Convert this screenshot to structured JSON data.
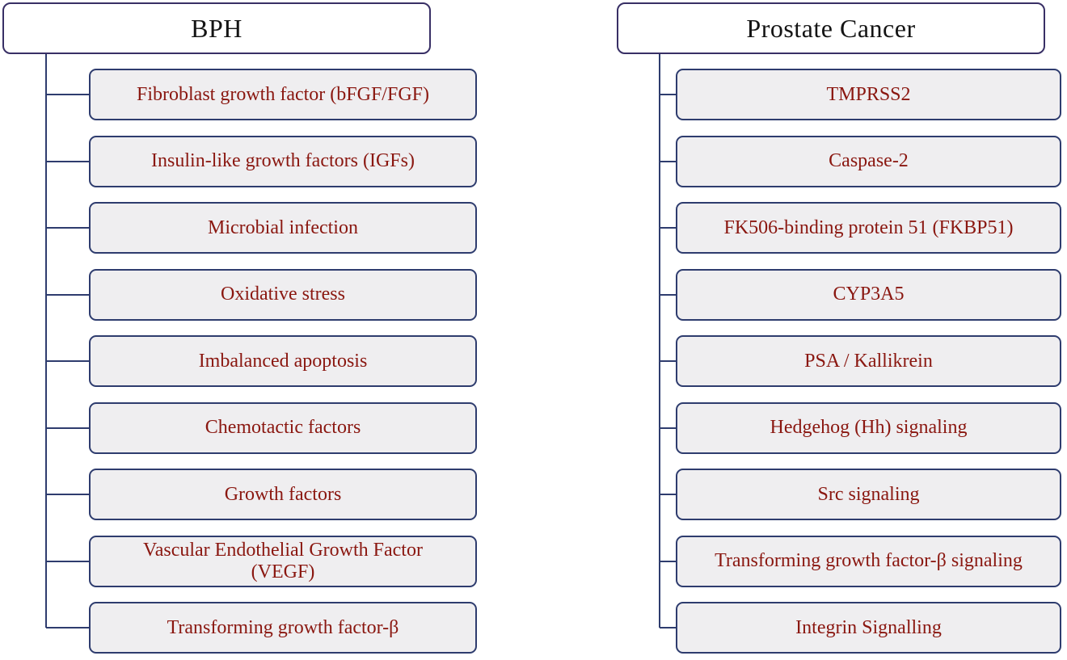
{
  "diagram": {
    "colors": {
      "header_border": "#382f65",
      "node_border": "#2e3c6e",
      "connector_line": "#2e3c6e",
      "node_fill": "#efeef0",
      "header_fill": "#ffffff",
      "node_text": "#8a1710",
      "header_text": "#141414"
    },
    "trees": [
      {
        "title": "BPH",
        "items": [
          "Fibroblast growth factor (bFGF/FGF)",
          "Insulin-like growth factors (IGFs)",
          "Microbial infection",
          "Oxidative stress",
          "Imbalanced apoptosis",
          "Chemotactic factors",
          "Growth factors",
          "Vascular Endothelial Growth Factor (VEGF)",
          "Transforming growth factor-β"
        ]
      },
      {
        "title": "Prostate Cancer",
        "items": [
          "TMPRSS2",
          "Caspase-2",
          "FK506-binding protein 51 (FKBP51)",
          "CYP3A5",
          "PSA / Kallikrein",
          "Hedgehog (Hh) signaling",
          "Src signaling",
          "Transforming growth factor-β signaling",
          "Integrin Signalling"
        ]
      }
    ]
  }
}
